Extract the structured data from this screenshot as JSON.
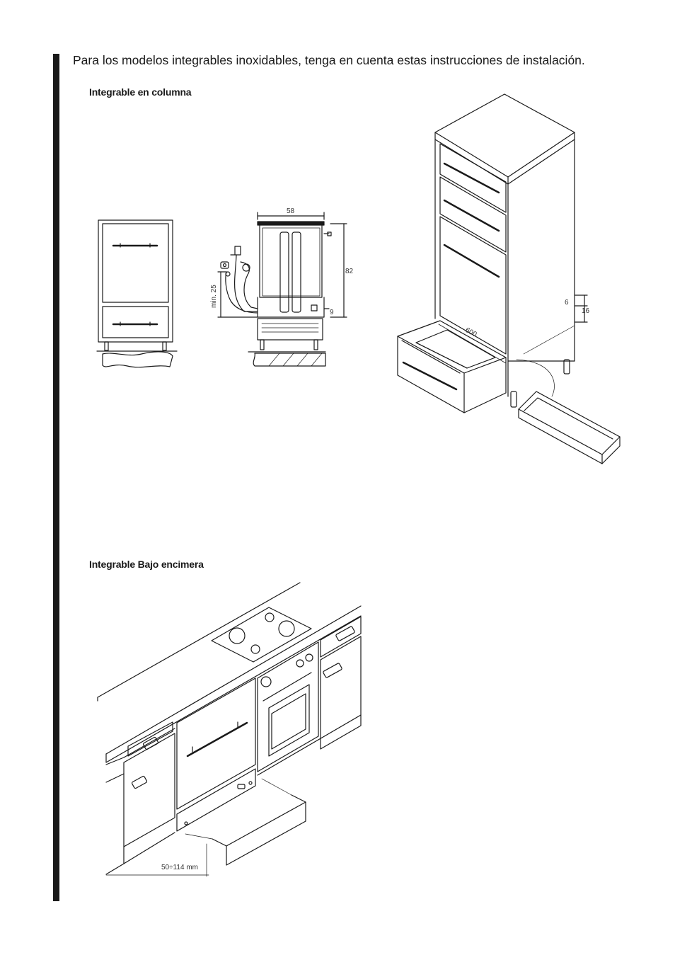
{
  "intro": "Para los modelos integrables inoxidables, tenga en cuenta estas instrucciones de instalación.",
  "section_column": {
    "title": "Integrable en columna",
    "dim_width": "58",
    "dim_height": "82",
    "dim_min": "min. 25",
    "dim_nine": "9",
    "dim_six": "6",
    "dim_sixteen": "16",
    "dim_depth": "600"
  },
  "section_under": {
    "title": "Integrable Bajo encimera",
    "dim_plinth": "50÷114 mm"
  }
}
